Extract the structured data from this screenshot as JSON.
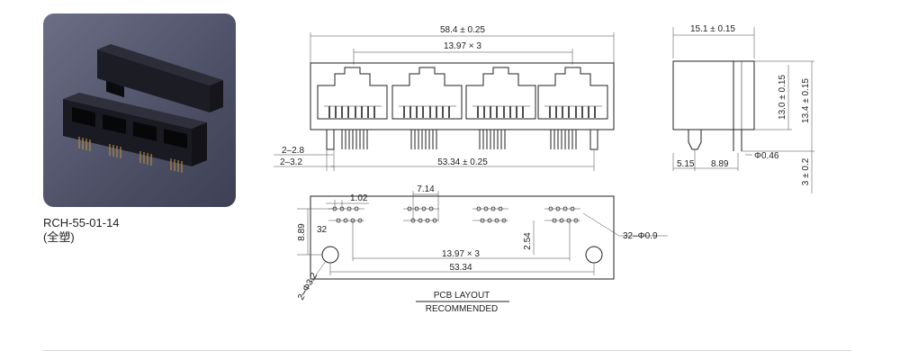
{
  "product": {
    "model": "RCH-55-01-14",
    "note": "(全塑)"
  },
  "front_view": {
    "overall_width": "58.4 ± 0.25",
    "port_pitch": "13.97 × 3",
    "pin_span": "53.34 ± 0.25",
    "dim_a": "2–2.8",
    "dim_b": "2–3.2"
  },
  "side_view": {
    "depth": "15.1 ± 0.15",
    "height_body": "13.0 ± 0.15",
    "height_total": "13.4 ± 0.15",
    "offset_a": "5.15",
    "offset_b": "8.89",
    "pin_dia": "Φ0.46",
    "pin_len": "3 ± 0.2"
  },
  "pcb_layout": {
    "pitch_small": "1.02",
    "pitch_group": "7.14",
    "row_gap": "8.89",
    "pin_count_label": "32",
    "row_pitch": "2.54",
    "port_pitch": "13.97 × 3",
    "peg_span": "53.34",
    "peg_holes": "2–Φ3.2",
    "pin_holes": "32–Φ0.9",
    "title_line1": "PCB LAYOUT",
    "title_line2": "RECOMMENDED"
  }
}
